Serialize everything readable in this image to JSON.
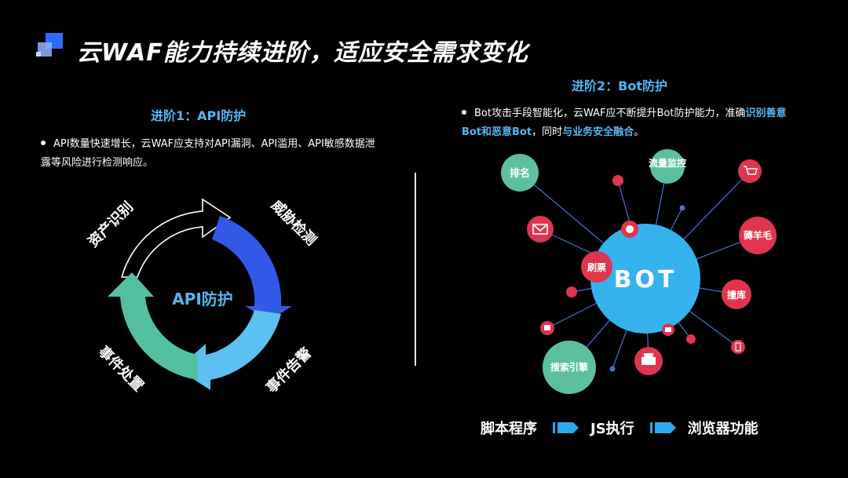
{
  "title": "云WAF能力持续进阶，适应安全需求变化",
  "section1": {
    "title": "进阶1：API防护",
    "bullet": "API数量快速增长，云WAF应支持对API漏洞、API滥用、API敏感数据泄露等风险进行检测响应。",
    "cycle": {
      "center": "API防护",
      "stages": [
        "资产识别",
        "威胁检测",
        "事件告警",
        "事件处置"
      ],
      "colors": [
        "#000000",
        "#3259e8",
        "#5cc0f2",
        "#52c0a0"
      ]
    }
  },
  "section2": {
    "title": "进阶2：Bot防护",
    "bullet_parts": [
      "Bot攻击手段智能化，云WAF应不断提升Bot防护能力，准确",
      "识别善意Bot和恶意Bot",
      "，同时",
      "与业务安全融合",
      "。"
    ],
    "center": "BOT",
    "nodes": {
      "rank": "排名",
      "traffic": "流量监控",
      "wool": "薅羊毛",
      "brush": "刷票",
      "crash": "撞库",
      "search": "搜索引擎"
    },
    "icons": [
      "mail-icon",
      "cart-icon",
      "printer-icon",
      "phone-icon",
      "chat-icon",
      "pie-icon"
    ],
    "flow": [
      "脚本程序",
      "JS执行",
      "浏览器功能"
    ]
  }
}
